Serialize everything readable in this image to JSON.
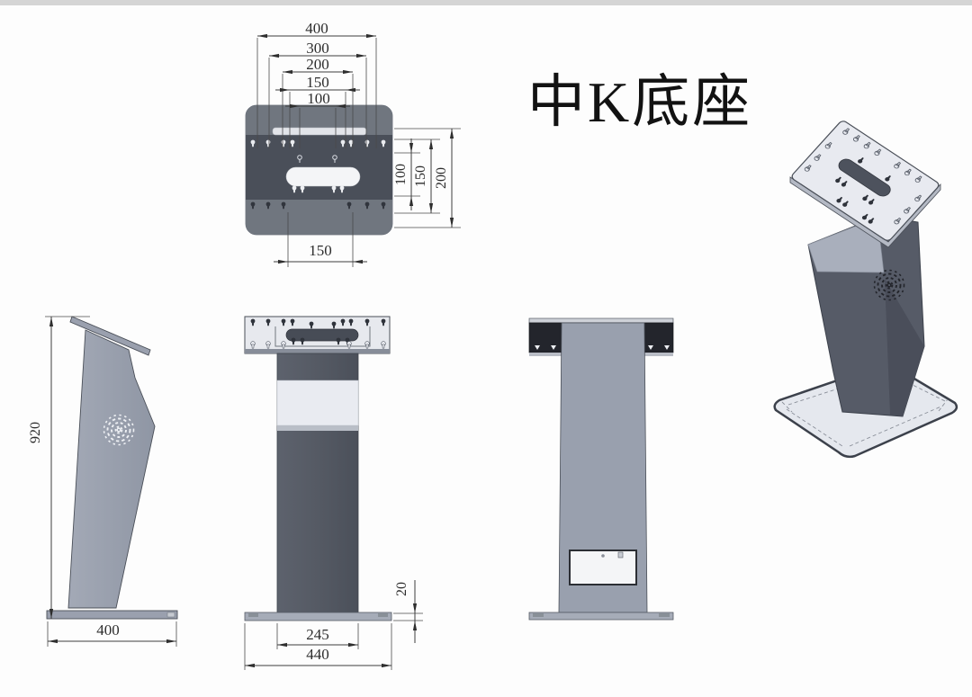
{
  "title": "中K底座",
  "colors": {
    "plate_dark": "#4a4f59",
    "plate_light": "#e8eaee",
    "body_gray": "#99a0ae",
    "base_gray": "#a6acb8",
    "dimension_line": "#3d3d3d"
  },
  "top_view": {
    "width_dims": [
      "400",
      "300",
      "200",
      "150",
      "100"
    ],
    "bottom_dim": "150",
    "right_dims": [
      "100",
      "150",
      "200"
    ]
  },
  "side_view": {
    "height_dim": "920",
    "base_dim": "400"
  },
  "front_view": {
    "column_dim": "245",
    "base_dim": "440",
    "base_thickness_dim": "20"
  }
}
